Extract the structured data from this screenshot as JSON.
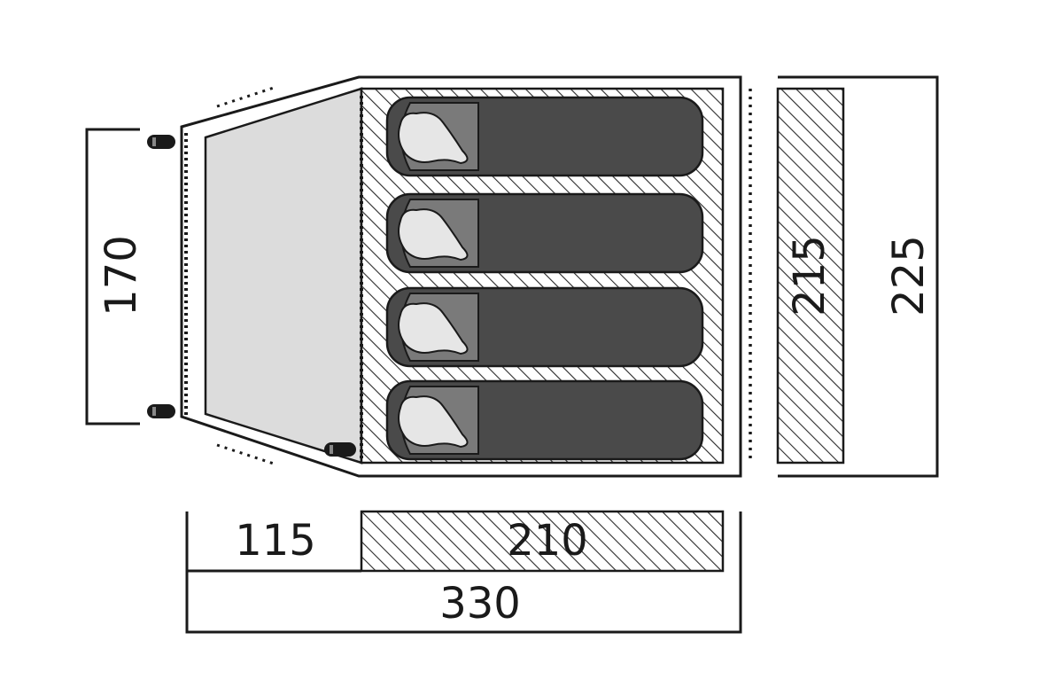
{
  "dimensions": {
    "vestibule_width": "170",
    "vestibule_depth": "115",
    "inner_depth": "210",
    "total_length": "330",
    "inner_width": "215",
    "total_width": "225"
  },
  "colors": {
    "outline": "#1a1a1a",
    "vestibule_floor": "#dcdcdc",
    "inner_floor": "#ffffff",
    "hatch": "#2a2a2a",
    "sleeping_bag": "#4a4a4a",
    "bag_hood": "#7a7a7a",
    "pillow": "#e6e6e6"
  },
  "sleeping_bags": [
    {
      "position": 1
    },
    {
      "position": 2
    },
    {
      "position": 3
    },
    {
      "position": 4
    }
  ],
  "icons": {
    "pole_peg": "peg-icon",
    "zip_door": "zipper-icon"
  }
}
